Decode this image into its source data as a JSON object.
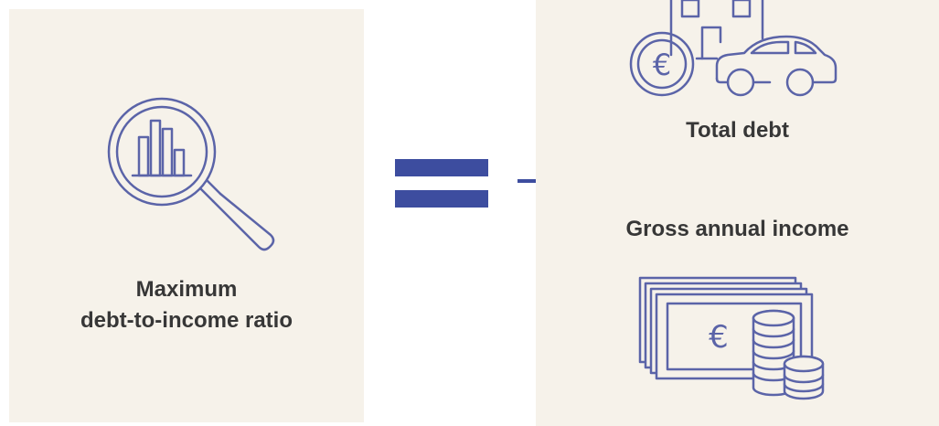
{
  "left": {
    "label_line1": "Maximum",
    "label_line2": "debt-to-income ratio",
    "icon": "magnifier-bar-chart-icon"
  },
  "operator": {
    "icon": "equals-icon"
  },
  "fraction": {
    "numerator": "Total debt",
    "denominator": "Gross annual income",
    "numerator_icon": "house-car-euro-coin-icon",
    "denominator_icon": "euro-banknotes-coins-icon"
  },
  "icon_glyphs": {
    "currency": "€"
  },
  "colors": {
    "accent": "#3d4d9f",
    "icon_stroke": "#5b64a8",
    "panel_background": "#f6f2ea",
    "text": "#373737"
  }
}
